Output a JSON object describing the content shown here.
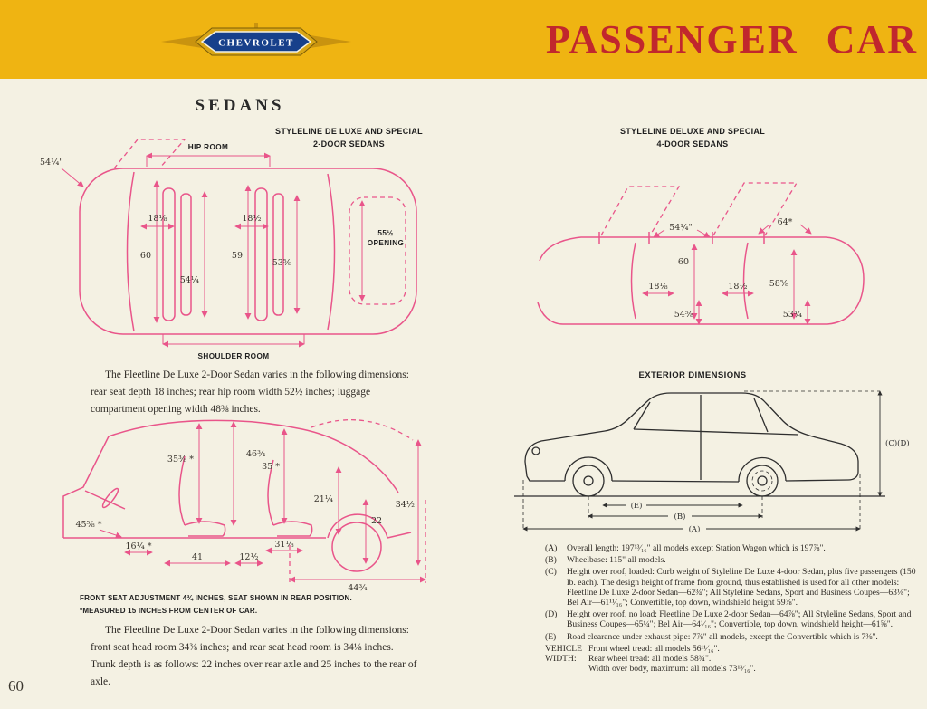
{
  "colors": {
    "paper": "#f4f1e3",
    "band": "#efb412",
    "title-red": "#c1272d",
    "pink": "#e9558a",
    "ink": "#2f2b26",
    "logo-blue": "#17408b",
    "logo-gold": "#d9a616"
  },
  "header": {
    "brand": "CHEVROLET",
    "title": "PASSENGER CAR"
  },
  "page_number": "60",
  "left": {
    "section_title": "SEDANS",
    "d1_title1": "STYLELINE DE LUXE AND SPECIAL",
    "d1_title2": "2-DOOR SEDANS",
    "d1": {
      "hip_room": "HIP ROOM",
      "shoulder_room": "SHOULDER ROOM",
      "dim_54a": "54¼\"",
      "dim_18a": "18⅛",
      "dim_18b": "18½",
      "dim_60": "60",
      "dim_54b": "54¼",
      "dim_59": "59",
      "dim_53": "53⅝",
      "dim_55": "55½",
      "opening": "OPENING"
    },
    "para1": "The Fleetline De Luxe 2-Door Sedan varies in the following dimensions: rear seat depth 18 inches; rear hip room width 52½ inches; luggage compartment opening width 48⅜ inches.",
    "d2": {
      "dim_35a": "35⅜ *",
      "dim_46": "46¾",
      "dim_35b": "35 *",
      "dim_21": "21¼",
      "dim_34": "34½",
      "dim_22": "22",
      "dim_31": "31⅛",
      "dim_12": "12½",
      "dim_41": "41",
      "dim_16": "16¼ *",
      "dim_45": "45⅝ *",
      "dim_44": "44¾"
    },
    "caption1": "FRONT SEAT ADJUSTMENT 4¾ INCHES, SEAT SHOWN IN REAR POSITION.",
    "caption2": "*MEASURED 15 INCHES FROM CENTER OF CAR.",
    "para2": "The Fleetline De Luxe 2-Door Sedan varies in the following dimensions: front seat head room 34⅜ inches; and rear seat head room is 34⅛ inches. Trunk depth is as follows: 22 inches over rear axle and 25 inches to the rear of axle."
  },
  "right": {
    "d3_title1": "STYLELINE DELUXE AND SPECIAL",
    "d3_title2": "4-DOOR SEDANS",
    "d3": {
      "dim_54a": "54¼\"",
      "dim_64": "64*",
      "dim_60": "60",
      "dim_58": "58⅝",
      "dim_18a": "18⅛",
      "dim_18b": "18½",
      "dim_54b": "54⅝",
      "dim_53": "53¾"
    },
    "exterior_title": "EXTERIOR DIMENSIONS",
    "d4": {
      "label_a": "(A)",
      "label_b": "(B)",
      "label_e": "(E)",
      "label_cd": "(C)(D)"
    },
    "specs": [
      {
        "label": "(A)",
        "text": "Overall length: 197¹³⁄₁₆\" all models except Station Wagon which is 197⅞\"."
      },
      {
        "label": "(B)",
        "text": "Wheelbase: 115\" all models."
      },
      {
        "label": "(C)",
        "text": "Height over roof, loaded: Curb weight of Styleline De Luxe 4-door Sedan, plus five passengers (150 lb. each). The design height of frame from ground, thus established is used for all other models: Fleetline De Luxe 2-door Sedan—62¾\"; All Styleline Sedans, Sport and Business Coupes—63⅛\"; Bel Air—61¹¹⁄₁₆\"; Convertible, top down, windshield height 59⅞\"."
      },
      {
        "label": "(D)",
        "text": "Height over roof, no load: Fleetline De Luxe 2-door Sedan—64⅞\"; All Styleline Sedans, Sport and Business Coupes—65¼\"; Bel Air—64¹⁄₁₆\"; Convertible, top down, windshield height—61⅝\"."
      },
      {
        "label": "(E)",
        "text": "Road clearance under exhaust pipe: 7⅞\" all models, except the Convertible which is 7⅜\"."
      }
    ],
    "vehicle_width": {
      "label1": "VEHICLE",
      "label2": "WIDTH:",
      "line1": "Front wheel tread: all models 56¹¹⁄₁₆\".",
      "line2": "Rear wheel tread: all models 58¾\".",
      "line3": "Width over body, maximum: all models 73¹³⁄₁₆\"."
    }
  }
}
